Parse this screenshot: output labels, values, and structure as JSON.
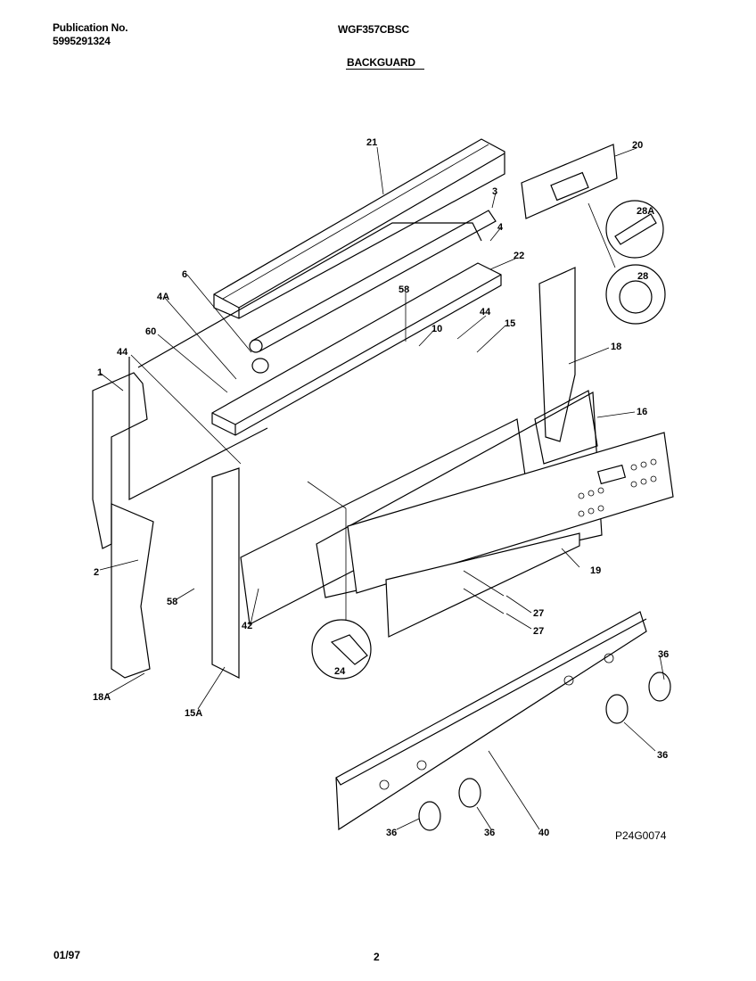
{
  "header": {
    "publication_label": "Publication No.",
    "publication_number": "5995291324",
    "model": "WGF357CBSC",
    "section": "BACKGUARD"
  },
  "footer": {
    "date": "01/97",
    "page": "2"
  },
  "diagram_code": "P24G0074",
  "callouts": {
    "c21": "21",
    "c20": "20",
    "c3": "3",
    "c4": "4",
    "c28a": "28A",
    "c22": "22",
    "c6": "6",
    "c4a": "4A",
    "c58a": "58",
    "c28": "28",
    "c44a": "44",
    "c10": "10",
    "c15": "15",
    "c60": "60",
    "c44b": "44",
    "c18": "18",
    "c1": "1",
    "c16": "16",
    "c2": "2",
    "c19": "19",
    "c58b": "58",
    "c42": "42",
    "c27a": "27",
    "c27b": "27",
    "c36a": "36",
    "c24": "24",
    "c18a": "18A",
    "c15a": "15A",
    "c36b": "36",
    "c36c": "36",
    "c36d": "36",
    "c40": "40"
  }
}
